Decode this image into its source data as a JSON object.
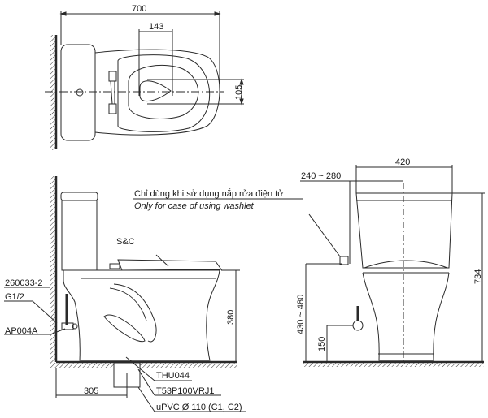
{
  "drawing": {
    "subject": "two-piece toilet technical drawing",
    "views": [
      "top-view",
      "side-view",
      "front-view"
    ]
  },
  "top_view": {
    "dim_overall_length": "700",
    "dim_bowl_opening": "143",
    "dim_offset": "105"
  },
  "side_view": {
    "seat_label": "S&C",
    "dim_rim_height": "380",
    "dim_outlet_distance": "305",
    "callouts": {
      "hose": "260033-2",
      "thread": "G1/2",
      "valve": "AP004A",
      "flange": "THU044",
      "outlet_part": "T53P100VRJ1",
      "drain_pipe": "uPVC Ø 110 (C1, C2)"
    }
  },
  "front_view": {
    "dim_width": "420",
    "dim_outlet_offset": "240 ~ 280",
    "dim_total_height": "734",
    "dim_socket_height": "430 ~ 480",
    "dim_valve_height": "150"
  },
  "note": {
    "vietnamese": "Chỉ dùng khi sử dụng nắp rửa điện tử",
    "english": "Only for case of using washlet"
  }
}
